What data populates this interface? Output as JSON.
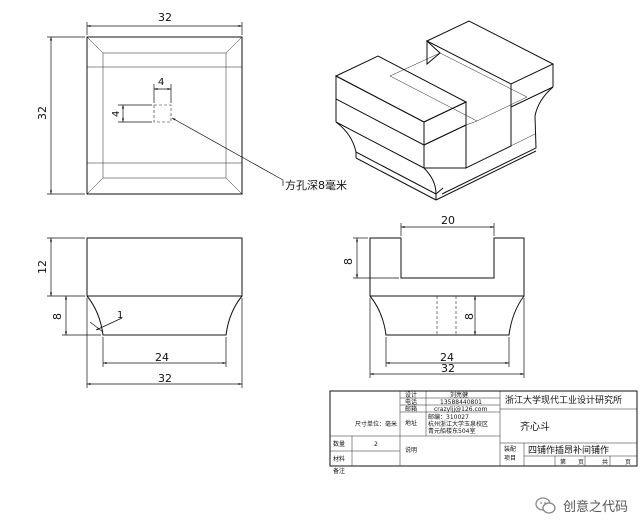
{
  "dimensions": {
    "top_width": "32",
    "top_height": "32",
    "hole_width": "4",
    "hole_height": "4",
    "front_height_top": "12",
    "front_height_bottom": "8",
    "front_radius": "1",
    "front_base_width": "24",
    "front_total_width": "32",
    "side_slot_width": "20",
    "side_slot_depth": "8",
    "side_bottom_height": "8",
    "side_base_width": "24",
    "side_total_width": "32"
  },
  "annotation": "方孔深8毫米",
  "title_block": {
    "unit_label": "尺寸单位：毫米",
    "qty_label": "数量",
    "qty_value": "2",
    "material_label": "材料",
    "remark_label": "备注",
    "design_label": "设计",
    "designer": "刘亮健",
    "phone_label": "电话",
    "phone": "13588440801",
    "email_label": "邮箱",
    "email": "crazyljj@126.com",
    "address_label": "地址",
    "address_lines": [
      "邮编：310027",
      "杭州浙江大学玉泉校区",
      "青元船楼东504室"
    ],
    "note_label": "说明",
    "institute": "浙江大学现代工业设计研究所",
    "part_name": "齐心斗",
    "assembly_label_1": "装配",
    "assembly_label_2": "项目",
    "project_name": "四铺作插昂补间铺作",
    "sheet_no_label": "第",
    "page_label_1": "页",
    "total_label": "共",
    "page_label_2": "页"
  },
  "watermark": "创意之代码"
}
